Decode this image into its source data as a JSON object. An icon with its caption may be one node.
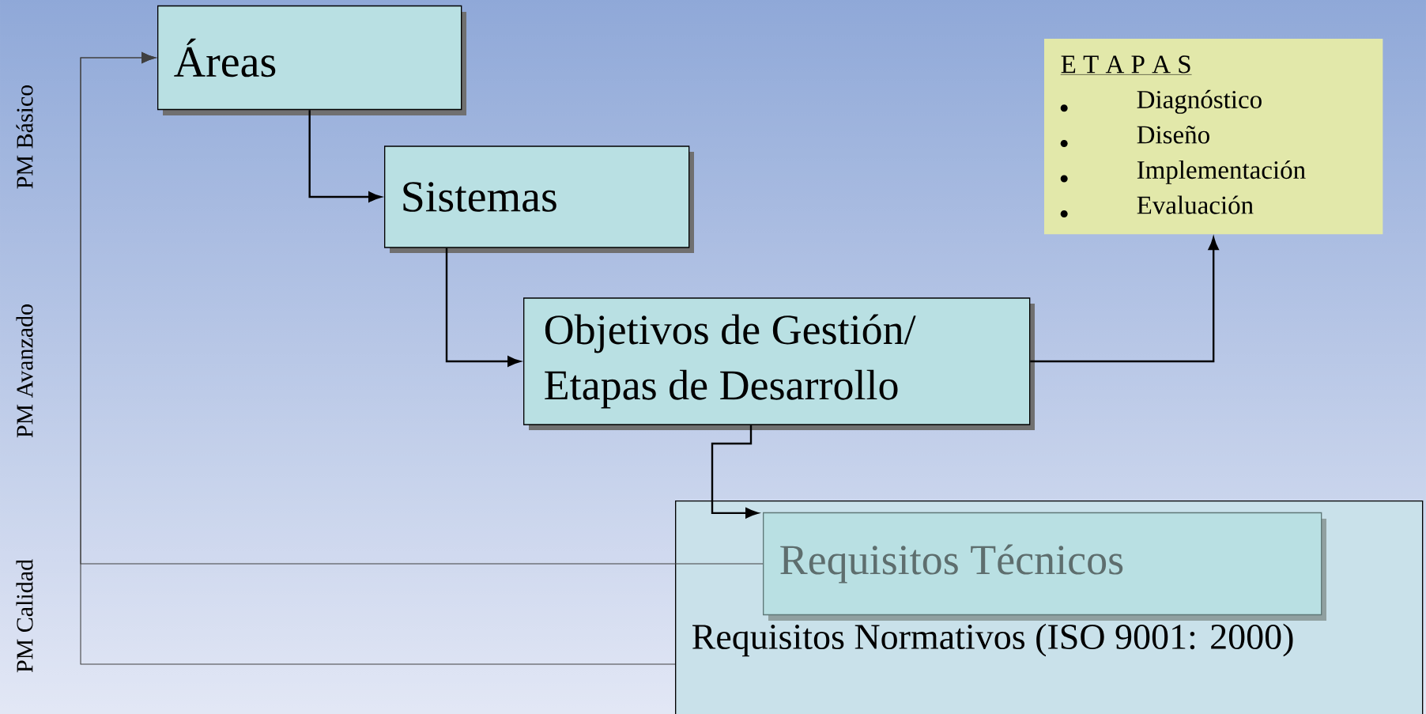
{
  "diagram": {
    "nodes": [
      {
        "text": [
          "Áreas"
        ]
      },
      {
        "text": [
          "Sistemas"
        ]
      },
      {
        "text": [
          "Objetivos de Gestión/ Etapas de Desarrollo"
        ]
      },
      {
        "text": [
          "E T A P A S",
          "Diagnóstico",
          "Diseño",
          "Implementación",
          "Evaluación"
        ]
      },
      {
        "text": [
          "Requisitos Normativos (ISO 9001: 2000)"
        ]
      },
      {
        "text": [
          "Requisitos Técnicos"
        ],
        "in": 4
      }
    ],
    "edges": [
      {
        "from": 0,
        "to": 1,
        "arrow": "to"
      },
      {
        "from": 1,
        "to": 2,
        "arrow": "to"
      },
      {
        "from": 2,
        "to": 3,
        "arrow": "to"
      },
      {
        "from": 2,
        "to": 5,
        "arrow": "to"
      },
      {
        "from": 5,
        "to": 0,
        "arrow": "to",
        "color": "#404040"
      },
      {
        "from": 4,
        "to": 0,
        "arrow": "to",
        "color": "#404040"
      }
    ],
    "labels": [
      "PM Básico",
      "PM Avanzado",
      "PM Calidad"
    ]
  }
}
